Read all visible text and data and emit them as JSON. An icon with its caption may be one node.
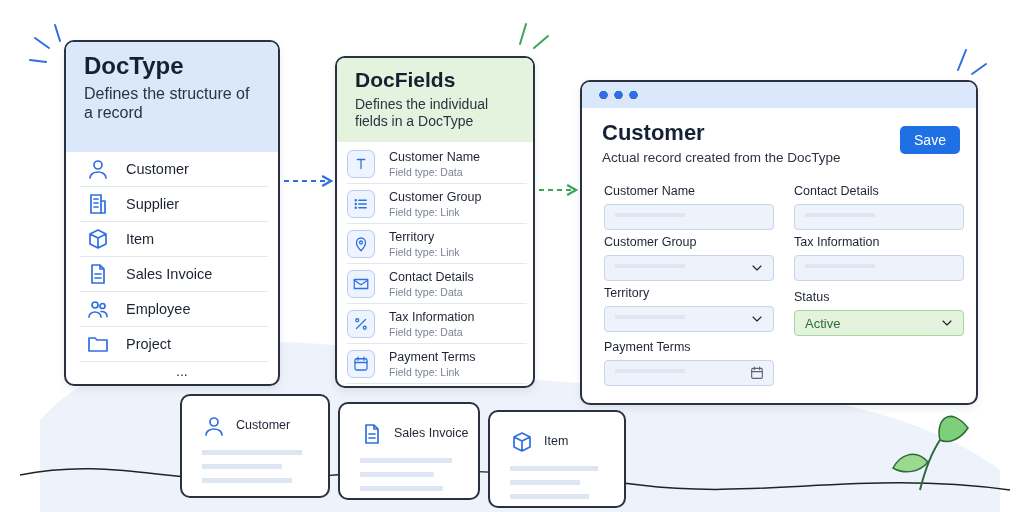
{
  "diagram": {
    "nodes": [
      {
        "text": [
          "DocType",
          "Defines the structure of a record"
        ]
      },
      {
        "text": [
          "Customer"
        ],
        "in": 0
      },
      {
        "text": [
          "Supplier"
        ],
        "in": 0
      },
      {
        "text": [
          "Item"
        ],
        "in": 0
      },
      {
        "text": [
          "Sales Invoice"
        ],
        "in": 0
      },
      {
        "text": [
          "Employee"
        ],
        "in": 0
      },
      {
        "text": [
          "Project"
        ],
        "in": 0
      },
      {
        "text": [
          "DocFields",
          "Defines the individual fields in a DocType"
        ]
      },
      {
        "text": [
          "Customer Name",
          "Field type: Data"
        ],
        "in": 7
      },
      {
        "text": [
          "Customer Group",
          "Field type: Link"
        ],
        "in": 7
      },
      {
        "text": [
          "Territory",
          "Field type: Link"
        ],
        "in": 7
      },
      {
        "text": [
          "Contact Details",
          "Field type: Data"
        ],
        "in": 7
      },
      {
        "text": [
          "Tax Information",
          "Field type: Data"
        ],
        "in": 7
      },
      {
        "text": [
          "Payment Terms",
          "Field type: Link"
        ],
        "in": 7
      },
      {
        "text": [
          "Customer",
          "Actual record created from the DocType"
        ]
      },
      {
        "text": [
          "Save"
        ],
        "in": 14
      },
      {
        "text": [
          "Customer Name"
        ],
        "in": 14
      },
      {
        "text": [
          "Contact Details"
        ],
        "in": 14
      },
      {
        "text": [
          "Customer Group"
        ],
        "in": 14
      },
      {
        "text": [
          "Tax Information"
        ],
        "in": 14
      },
      {
        "text": [
          "Territory"
        ],
        "in": 14
      },
      {
        "text": [
          "Status",
          "Active"
        ],
        "in": 14
      },
      {
        "text": [
          "Payment Terms"
        ],
        "in": 14
      },
      {
        "text": [
          "Customer"
        ]
      },
      {
        "text": [
          "Sales Invoice"
        ]
      },
      {
        "text": [
          "Item"
        ]
      }
    ],
    "edges": [
      {
        "from": 0,
        "to": 7,
        "arrow": "to",
        "style": "dashed",
        "color": "#2f6fe0"
      },
      {
        "from": 7,
        "to": 14,
        "arrow": "to",
        "style": "dashed",
        "color": "#3aa55a"
      }
    ],
    "labels": [
      "..."
    ]
  }
}
